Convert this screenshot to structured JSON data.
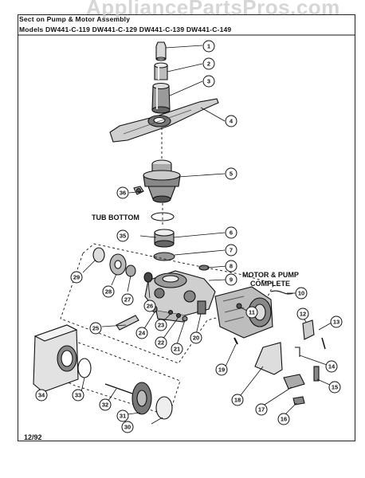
{
  "header": {
    "section_line": "Sect on  Pump & Motor Assembly",
    "models_line": "Models  DW441-C-119  DW441-C-129  DW441-C-139  DW441-C-149"
  },
  "watermark": "AppliancePartsPros.com",
  "labels": {
    "tub_bottom": "TUB BOTTOM",
    "motor_pump_line1": "MOTOR & PUMP",
    "motor_pump_line2": "COMPLETE"
  },
  "date_code": "12/92",
  "callouts": [
    "1",
    "2",
    "3",
    "4",
    "5",
    "6",
    "7",
    "8",
    "9",
    "10",
    "11",
    "12",
    "13",
    "14",
    "15",
    "16",
    "17",
    "18",
    "19",
    "20",
    "21",
    "22",
    "23",
    "24",
    "25",
    "26",
    "27",
    "28",
    "29",
    "30",
    "31",
    "32",
    "33",
    "34",
    "35",
    "36"
  ]
}
